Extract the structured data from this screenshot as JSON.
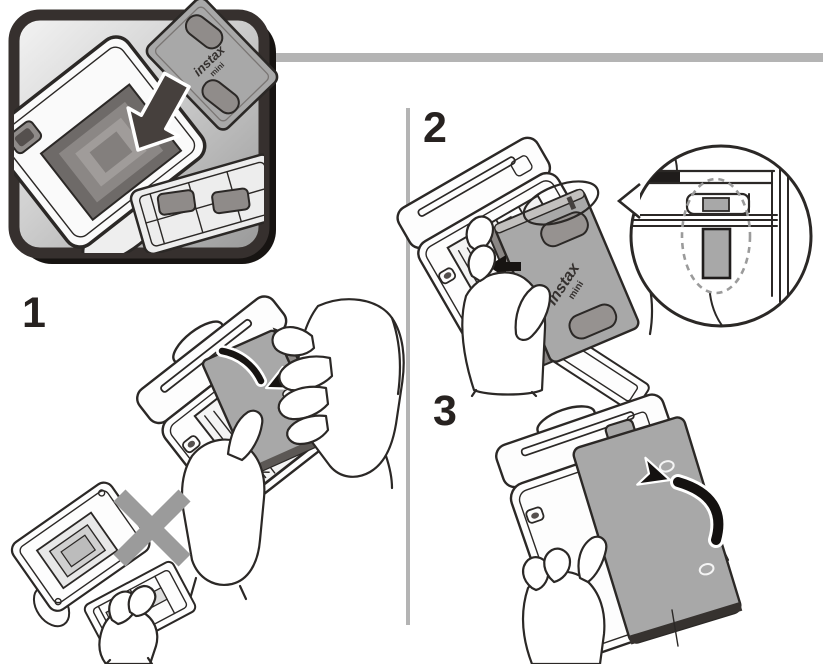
{
  "steps": [
    {
      "number": "1"
    },
    {
      "number": "2"
    },
    {
      "number": "3"
    }
  ],
  "film_pack": {
    "brand": "instax",
    "size": "mini"
  },
  "colors": {
    "background": "#ffffff",
    "line": "#2b2826",
    "step_number": "#272220",
    "panel_gray": "#a8a8a8",
    "panel_side_gray": "#8e8a88",
    "divider_gray": "#b4b4b4",
    "cross_gray": "#9b9b9b",
    "arrow_black": "#171412",
    "overview_arrow": "#46403d",
    "box_border": "#36302e",
    "box_shadow": "#171412",
    "box_gradient_start": "#f4f4f4",
    "box_gradient_end": "#989898",
    "mark_gray": "#a8a8a8"
  },
  "icons": {
    "overview_insert_arrow": "thick-arrow-down-left",
    "step1_open_door_arrow": "arrow-down-right",
    "step2_insert_film_arrow": "arrow-left",
    "step3_close_door_arrow": "curved-arrow-up",
    "incorrect_mark": "cross",
    "detail_callout": "magnifier-circle",
    "alignment_marks": "dashed-ellipse"
  }
}
